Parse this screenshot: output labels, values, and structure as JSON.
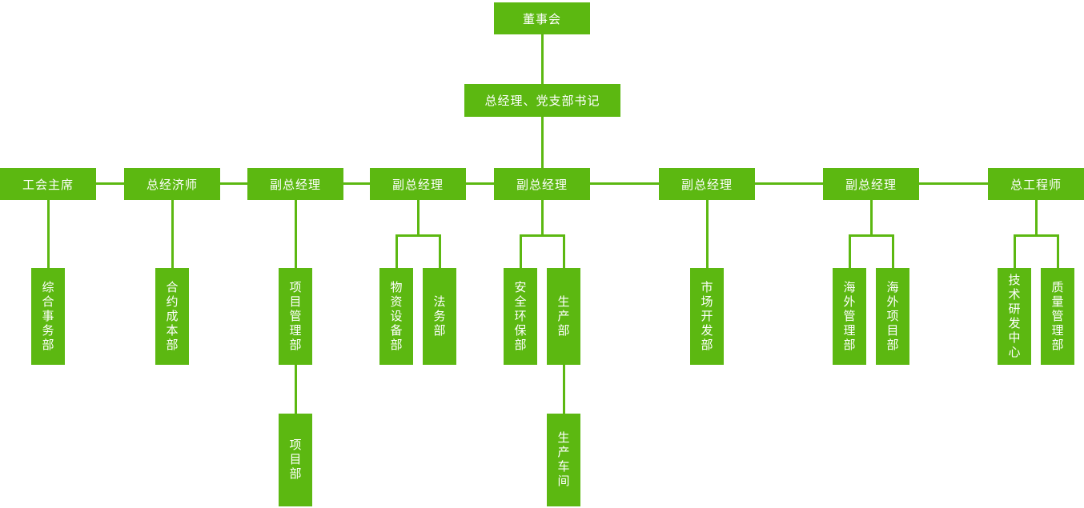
{
  "palette": {
    "node_green": "#5cb811",
    "node_text": "#ffffff",
    "background": "#ffffff"
  },
  "org": {
    "tree": {
      "label": "董事会",
      "children": [
        {
          "label": "总经理、党支部书记",
          "children": [
            {
              "label": "工会主席",
              "children": [
                {
                  "label": "综合事务部"
                }
              ]
            },
            {
              "label": "总经济师",
              "children": [
                {
                  "label": "合约成本部"
                }
              ]
            },
            {
              "label": "副总经理",
              "children": [
                {
                  "label": "项目管理部",
                  "children": [
                    {
                      "label": "项目部"
                    }
                  ]
                }
              ]
            },
            {
              "label": "副总经理",
              "children": [
                {
                  "label": "物资设备部"
                },
                {
                  "label": "法务部"
                }
              ]
            },
            {
              "label": "副总经理",
              "children": [
                {
                  "label": "安全环保部"
                },
                {
                  "label": "生产部",
                  "children": [
                    {
                      "label": "生产车间"
                    }
                  ]
                }
              ]
            },
            {
              "label": "副总经理",
              "children": [
                {
                  "label": "市场开发部"
                }
              ]
            },
            {
              "label": "副总经理",
              "children": [
                {
                  "label": "海外管理部"
                },
                {
                  "label": "海外项目部"
                }
              ]
            },
            {
              "label": "总工程师",
              "children": [
                {
                  "label": "技术研发中心"
                },
                {
                  "label": "质量管理部"
                }
              ]
            }
          ]
        }
      ]
    }
  }
}
